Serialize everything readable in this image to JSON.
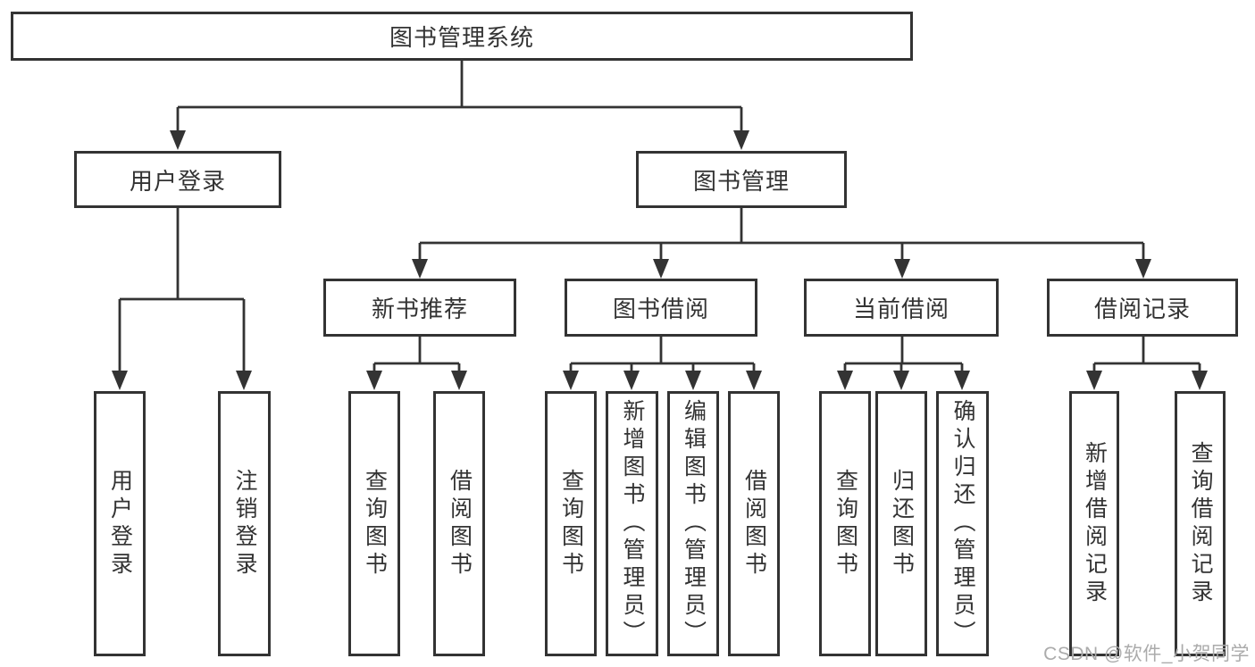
{
  "diagram": {
    "type": "tree",
    "root": {
      "label": "图书管理系统"
    },
    "branches": [
      {
        "label": "用户登录",
        "children": [
          {
            "label": "用户登录"
          },
          {
            "label": "注销登录"
          }
        ]
      },
      {
        "label": "图书管理",
        "children": [
          {
            "label": "新书推荐",
            "children": [
              {
                "label": "查询图书"
              },
              {
                "label": "借阅图书"
              }
            ]
          },
          {
            "label": "图书借阅",
            "children": [
              {
                "label": "查询图书"
              },
              {
                "label": "新增图书（管理员）"
              },
              {
                "label": "编辑图书（管理员）"
              },
              {
                "label": "借阅图书"
              }
            ]
          },
          {
            "label": "当前借阅",
            "children": [
              {
                "label": "查询图书"
              },
              {
                "label": "归还图书"
              },
              {
                "label": "确认归还（管理员）"
              }
            ]
          },
          {
            "label": "借阅记录",
            "children": [
              {
                "label": "新增借阅记录"
              },
              {
                "label": "查询借阅记录"
              }
            ]
          }
        ]
      }
    ]
  },
  "watermark": "CSDN @软件_小贺同学",
  "colors": {
    "line": "#333333",
    "box_border": "#333333",
    "text": "#333333",
    "background": "#ffffff",
    "watermark": "#ababab"
  }
}
